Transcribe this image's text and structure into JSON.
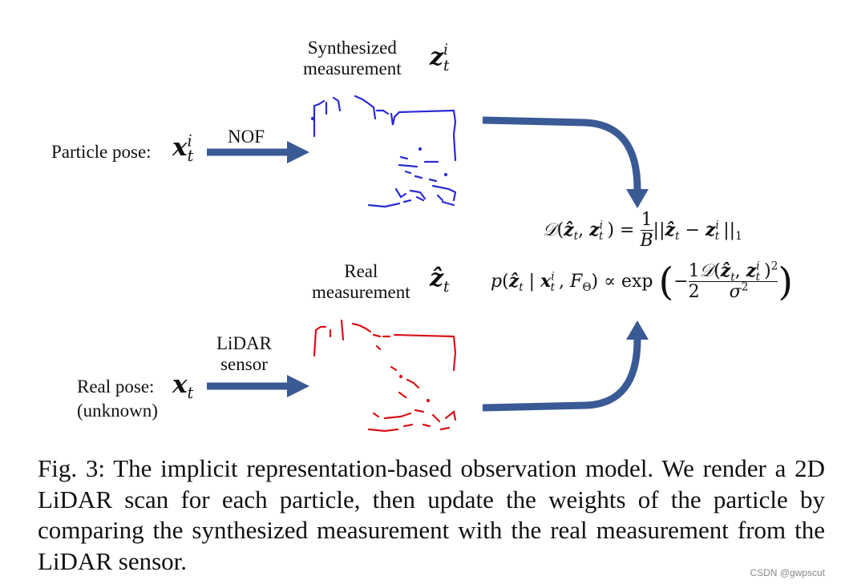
{
  "labels": {
    "synth_line1": "Synthesized",
    "synth_line2": "measurement",
    "particle_pose": "Particle pose:",
    "nof": "NOF",
    "real_meas_line1": "Real",
    "real_meas_line2": "measurement",
    "lidar_line1": "LiDAR",
    "lidar_line2": "sensor",
    "real_pose": "Real pose:",
    "unknown": "(unknown)"
  },
  "math": {
    "x": "x",
    "z": "z",
    "z_hat": "ẑ",
    "t": "t",
    "i": "i",
    "D": "𝒟",
    "B": "B",
    "one": "1",
    "two": "2",
    "F": "F",
    "Theta": "Θ",
    "sigma": "σ",
    "p": "p",
    "exp": "exp",
    "propto": "∝"
  },
  "caption": "Fig. 3: The implicit representation-based observation model. We render a 2D LiDAR scan for each particle, then update the weights of the particle by comparing the synthesized measurement with the real measurement from the LiDAR sensor.",
  "watermark": "CSDN @gwpscut",
  "colors": {
    "arrow": "#3a5a96",
    "synthesized_scan": "#2a2ad6",
    "real_scan": "#d8121a",
    "text": "#111111"
  }
}
